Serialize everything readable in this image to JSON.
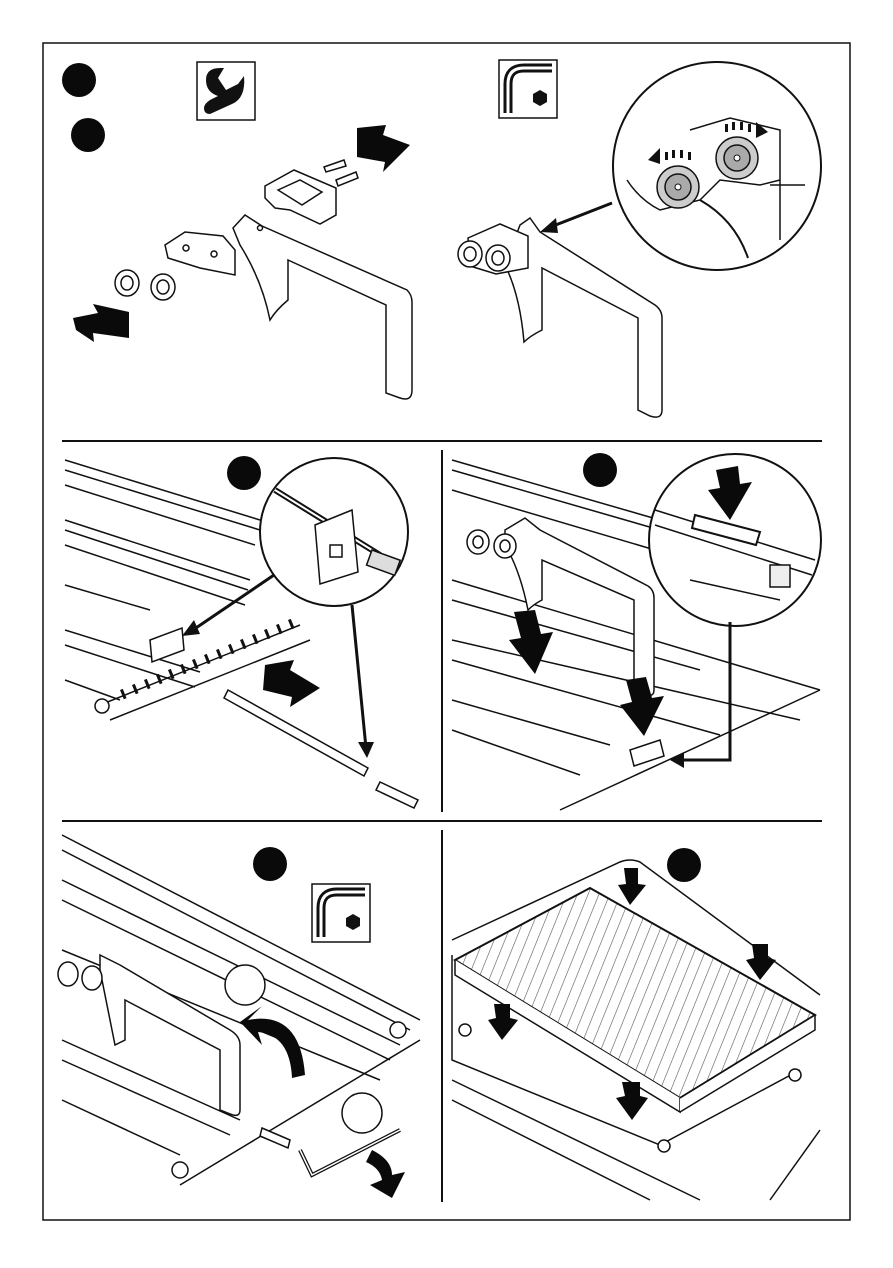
{
  "page": {
    "title": "",
    "panel_count": 5
  },
  "colors": {
    "ink": "#111111",
    "paper": "#ffffff",
    "step_badge": "#0a0a0a",
    "arrow_fill": "#0a0a0a",
    "screen_white": "#ffffff"
  },
  "steps": [
    {
      "panel": "top",
      "badge_count": 2,
      "tools": [
        "open-wrench-icon",
        "hex-key-icon"
      ]
    },
    {
      "panel": "middle-left",
      "badge_count": 1,
      "tools": []
    },
    {
      "panel": "middle-right",
      "badge_count": 1,
      "tools": []
    },
    {
      "panel": "bottom-left",
      "badge_count": 1,
      "tools": [
        "hex-key-icon"
      ],
      "sub_steps": 2
    },
    {
      "panel": "bottom-right",
      "badge_count": 1,
      "tools": []
    }
  ],
  "icons": {
    "wrench": "open-wrench-icon",
    "hexkey": "hex-key-icon",
    "adjust": "adjustment-arrows-icon",
    "push": "push-arrow-icon"
  }
}
